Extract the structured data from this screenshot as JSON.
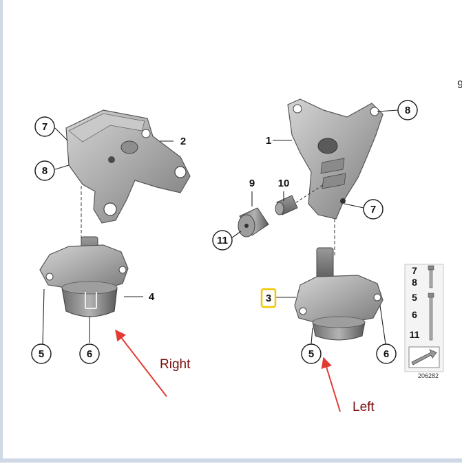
{
  "diagram": {
    "callouts": {
      "c7_left": "7",
      "c2": "2",
      "c8_left": "8",
      "c4": "4",
      "c5_left": "5",
      "c6_left": "6",
      "c1": "1",
      "c8_right": "8",
      "c9": "9",
      "c10": "10",
      "c7_right": "7",
      "c11": "11",
      "c3": "3",
      "c5_right": "5",
      "c6_right": "6"
    },
    "annotations": {
      "right_label": "Right",
      "left_label": "Left",
      "arrow_color": "#e23b33"
    },
    "legend": {
      "items": [
        "7",
        "8",
        "5",
        "6",
        "11"
      ]
    },
    "image_id": "206282",
    "edge_char": "9",
    "highlight_color": "#f2c500"
  }
}
